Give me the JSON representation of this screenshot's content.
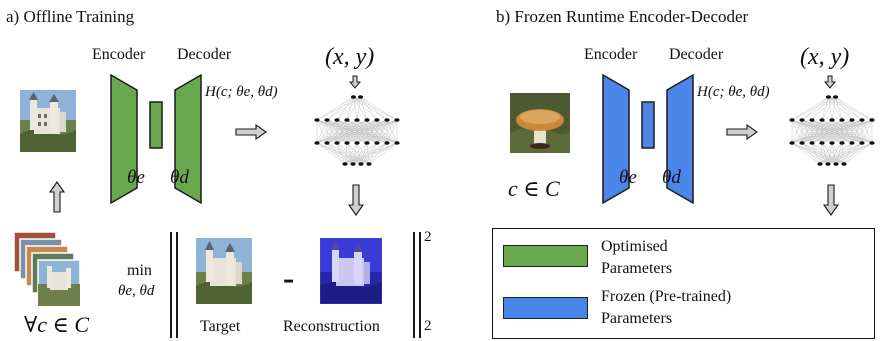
{
  "panel_a": {
    "title": "a)  Offline Training",
    "encoder_label": "Encoder",
    "decoder_label": "Decoder",
    "theta_e": "θe",
    "theta_d": "θd",
    "hyper_fn": "H(c; θe, θd)",
    "xy": "(x, y)",
    "min_label": "min",
    "min_params": "θe, θd",
    "minus": "-",
    "target_label": "Target",
    "reconstruction_label": "Reconstruction",
    "norm_sup": "2",
    "norm_sub": "2",
    "forall": "∀c ∈ C"
  },
  "panel_b": {
    "title": "b) Frozen Runtime Encoder-Decoder",
    "encoder_label": "Encoder",
    "decoder_label": "Decoder",
    "theta_e": "θe",
    "theta_d": "θd",
    "hyper_fn": "H(c; θe, θd)",
    "xy": "(x, y)",
    "c_in_C": "c ∈ C"
  },
  "legend": {
    "optimised_line1": "Optimised",
    "optimised_line2": "Parameters",
    "frozen_line1": "Frozen (Pre-trained)",
    "frozen_line2": "Parameters"
  },
  "colors": {
    "optimised_fill": "#6aa84f",
    "frozen_fill": "#4a86e8",
    "arrow_fill": "#d0d0d0",
    "outline": "#1a1a1a"
  }
}
